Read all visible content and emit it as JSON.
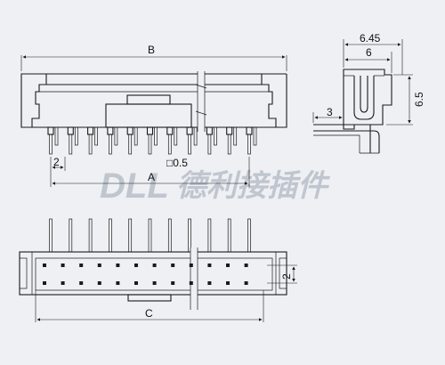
{
  "labels": {
    "dim_b": "B",
    "dim_a": "A",
    "dim_c": "C",
    "dim_pitch": "2",
    "dim_pin": "□0.5",
    "dim_645": "6.45",
    "dim_6": "6",
    "dim_65": "6.5",
    "dim_3": "3",
    "dim_row": "2"
  },
  "watermark": {
    "brand": "DLL",
    "chinese": "德利接插件"
  },
  "pins_per_row": 10
}
